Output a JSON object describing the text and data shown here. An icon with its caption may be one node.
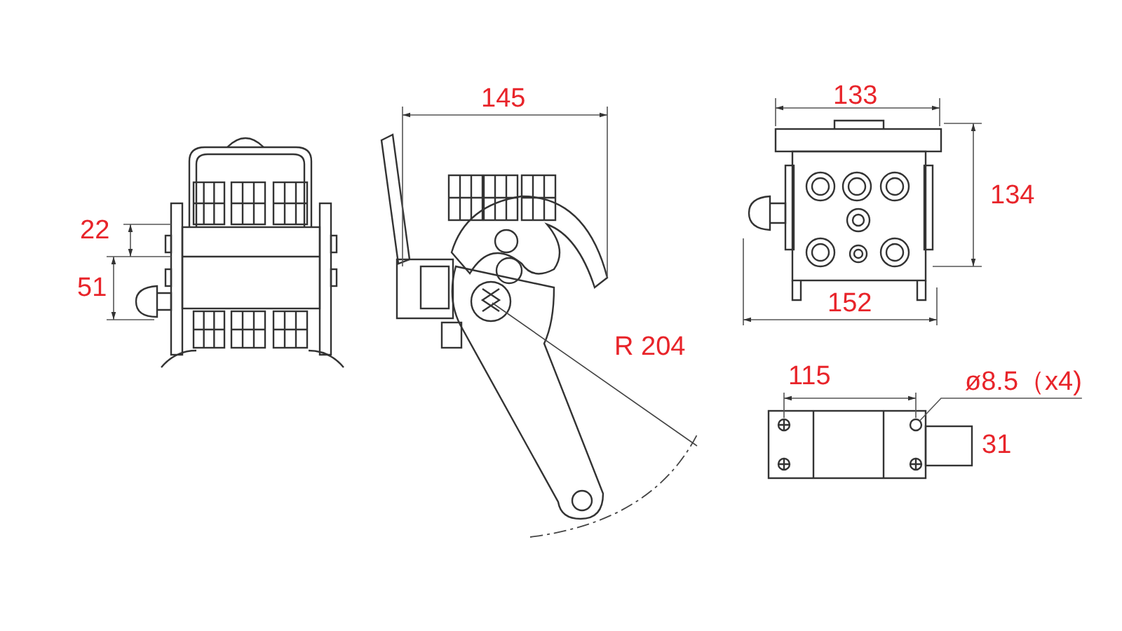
{
  "diagram": {
    "nodes": [
      {
        "text": [
          "ø8.5（x4)"
        ]
      },
      {
        "text": [],
        "shape": "circle"
      }
    ],
    "edges": [
      {
        "from": 0,
        "to": 1,
        "arrow": "none"
      }
    ],
    "labels": [
      "145",
      "133",
      "134",
      "22",
      "51",
      "152",
      "R 204",
      "115",
      "31"
    ]
  }
}
